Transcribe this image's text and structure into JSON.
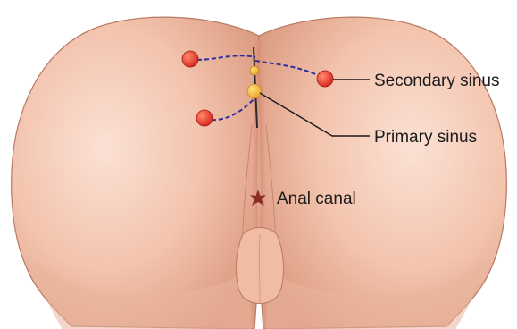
{
  "labels": {
    "secondary_sinus": "Secondary sinus",
    "primary_sinus": "Primary sinus",
    "anal_canal": "Anal canal"
  },
  "colors": {
    "background": "#ffffff",
    "skin": "#f2c2ac",
    "skin_shadow": "#e2a48a",
    "skin_highlight": "#fbe2d6",
    "outline": "#8a5a48",
    "cleft_line": "#2a2a2a",
    "tract_dash": "#2b2f9e",
    "secondary_sinus_fill": "#e8332a",
    "primary_sinus_fill": "#f4b53c",
    "anal_canal_mark": "#8a2e25",
    "leader_line": "#1a1a1a"
  },
  "icons": {
    "anal_canal_marker": "star-shaped-mark-icon"
  }
}
